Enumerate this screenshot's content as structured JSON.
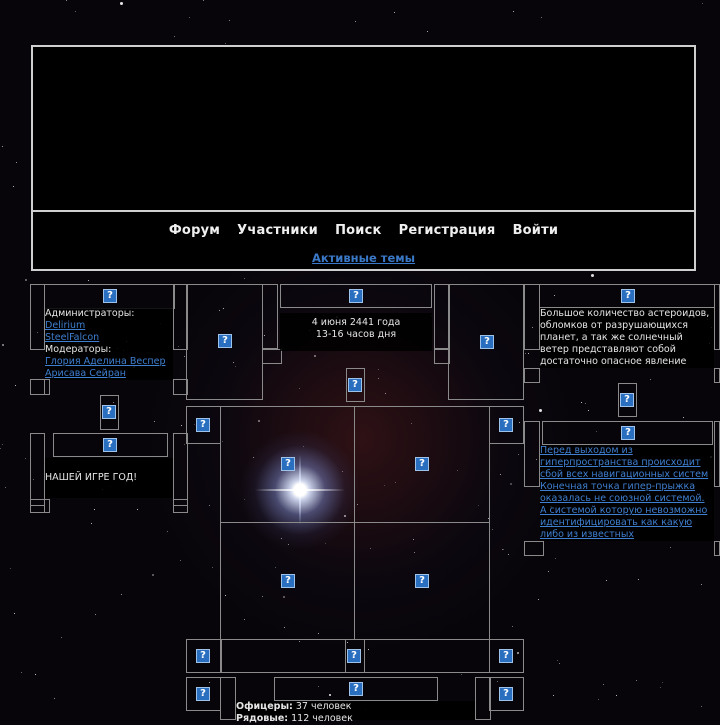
{
  "header": {
    "nav": [
      "Форум",
      "Участники",
      "Поиск",
      "Регистрация",
      "Войти"
    ],
    "active_topics": "Активные темы"
  },
  "staff": {
    "admins_label": "Администраторы:",
    "admins": [
      "Delirium",
      "SteelFalcon"
    ],
    "mods_label": "Модераторы:",
    "mods": [
      "Глория Аделина Веспер",
      "Арисава Сейран"
    ]
  },
  "date_panel": {
    "date": "4 июня 2441 года",
    "time": "13-16 часов дня"
  },
  "warning_panel": {
    "text": "Большое количество астероидов, обломков от разрушающихся планет, а так же солнечный ветер представляют собой достаточно опасное явление"
  },
  "game_panel": {
    "text": "НАШЕЙ ИГРЕ ГОД!"
  },
  "hyperspace_panel": {
    "text": "Перед выходом из гиперпространства происходит сбой всех навигационных систем Конечная точка гипер-прыжка оказалась не союзной системой. А системой которую невозможно идентифицировать как какую либо из известных"
  },
  "stats": {
    "officers_label": "Офицеры:",
    "officers_value": "37 человек",
    "privates_label": "Рядовые:",
    "privates_value": "112 человек"
  },
  "icons": {
    "broken_image": "question-mark-icon"
  },
  "colors": {
    "link": "#3f7fd0",
    "frame": "#cfcfcf",
    "background": "#07050a"
  }
}
